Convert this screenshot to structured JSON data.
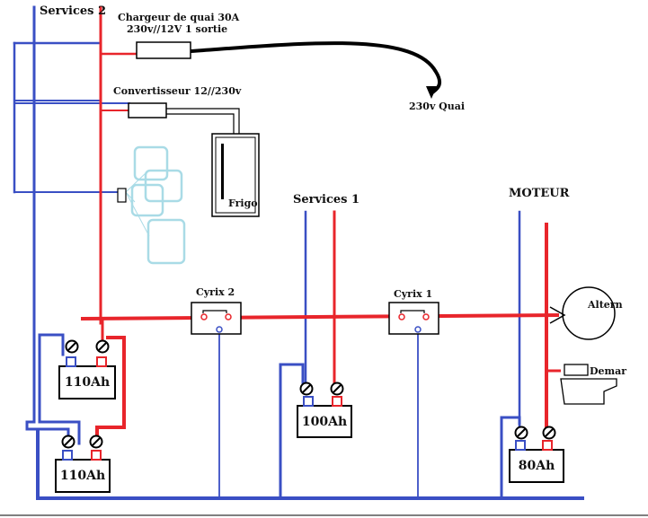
{
  "labels": {
    "services2": "Services 2",
    "services1": "Services 1",
    "moteur": "MOTEUR",
    "chargeur_line1": "Chargeur de quai 30A",
    "chargeur_line2": "230v//12V  1 sortie",
    "quai": "230v Quai",
    "convertisseur": "Convertisseur 12//230v",
    "frigo": "Frigo",
    "cyrix2": "Cyrix 2",
    "cyrix1": "Cyrix 1",
    "altern": "Altern",
    "demar": "Demar"
  },
  "batteries": {
    "b1": "110Ah",
    "b2": "110Ah",
    "b3": "100Ah",
    "b4": "80Ah"
  },
  "colors": {
    "positive": "#e8252b",
    "negative": "#3a4fc4",
    "cable": "#000000",
    "lights": "#a9dbe6"
  },
  "icons": [
    "battery-icon",
    "fuse-icon",
    "charger-icon",
    "converter-icon",
    "fridge-icon",
    "switch-icon",
    "alternator-icon",
    "starter-motor-icon",
    "lights-icon"
  ]
}
